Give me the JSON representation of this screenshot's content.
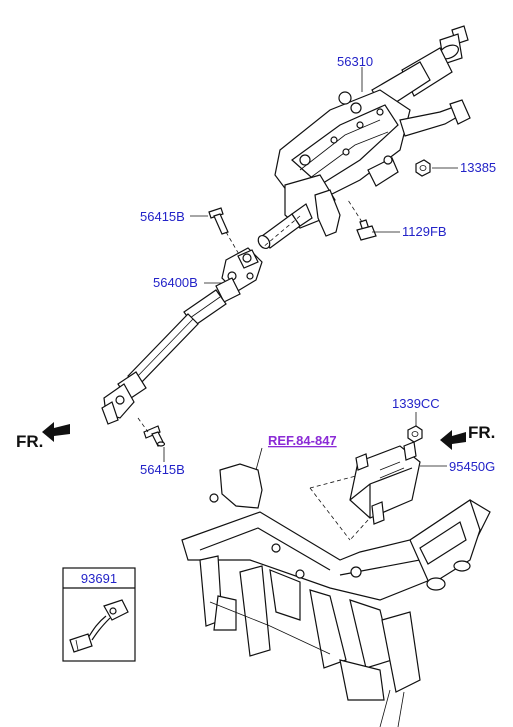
{
  "labels": {
    "column_assembly": "56310",
    "nut": "13385",
    "bolt_upper": "56415B",
    "bolt_column": "1129FB",
    "joint_assembly": "56400B",
    "bolt_lower": "56415B",
    "nut_module": "1339CC",
    "module": "95450G",
    "reference": "REF.84-847",
    "connector_box_title": "93691",
    "front_left": "FR.",
    "front_right": "FR."
  },
  "colors": {
    "part_number": "#2323c8",
    "reference": "#8b2bd6",
    "line": "#111111"
  },
  "icons": {
    "front_arrow_left": "arrow-left-icon",
    "front_arrow_right": "arrow-left-icon"
  }
}
